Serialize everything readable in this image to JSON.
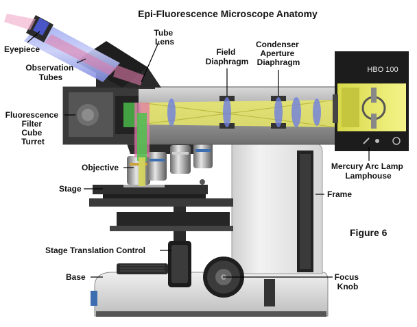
{
  "diagram": {
    "title": "Epi-Fluorescence Microscope Anatomy",
    "figure_label": "Figure 6",
    "lamp_badge": "HBO 100",
    "labels": {
      "eyepiece": "Eyepiece",
      "observation_tubes": [
        "Observation",
        "Tubes"
      ],
      "tube_lens": [
        "Tube",
        "Lens"
      ],
      "field_diaphragm": [
        "Field",
        "Diaphragm"
      ],
      "condenser_aperture_diaphragm": [
        "Condenser",
        "Aperture",
        "Diaphragm"
      ],
      "fluorescence_filter_cube_turret": [
        "Fluorescence",
        "Filter",
        "Cube",
        "Turret"
      ],
      "objective": "Objective",
      "mercury_arc_lamp_lamphouse": [
        "Mercury Arc Lamp",
        "Lamphouse"
      ],
      "stage": "Stage",
      "frame": "Frame",
      "stage_translation_control": "Stage Translation Control",
      "base": "Base",
      "focus_knob": [
        "Focus",
        "Knob"
      ]
    },
    "colors": {
      "light_path_yellow": "#e8e86a",
      "light_path_blue": "#7a8ae0",
      "light_path_pink": "#e07aa8",
      "light_path_green": "#4cc24c",
      "body_dark": "#2a2a2a",
      "body_light": "#e4e4e4"
    }
  }
}
